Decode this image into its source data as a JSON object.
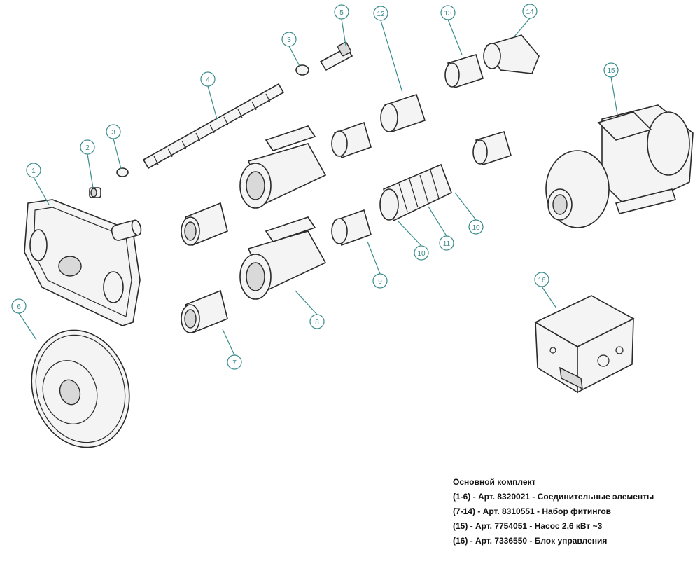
{
  "callouts": [
    "1",
    "2",
    "3",
    "3",
    "4",
    "5",
    "6",
    "7",
    "8",
    "9",
    "10",
    "10",
    "11",
    "12",
    "13",
    "14",
    "15",
    "16"
  ],
  "legend": {
    "title": "Основной комплект",
    "items": [
      "(1-6) - Арт. 8320021 - Соединительные элементы",
      "(7-14) - Арт. 8310551 - Набор фитингов",
      "(15) - Арт. 7754051 - Насос 2,6 кВт ~3",
      "(16) - Арт. 7336550 - Блок управления"
    ]
  },
  "colors": {
    "accent": "#3c8c8c",
    "line": "#2a2a2a"
  }
}
